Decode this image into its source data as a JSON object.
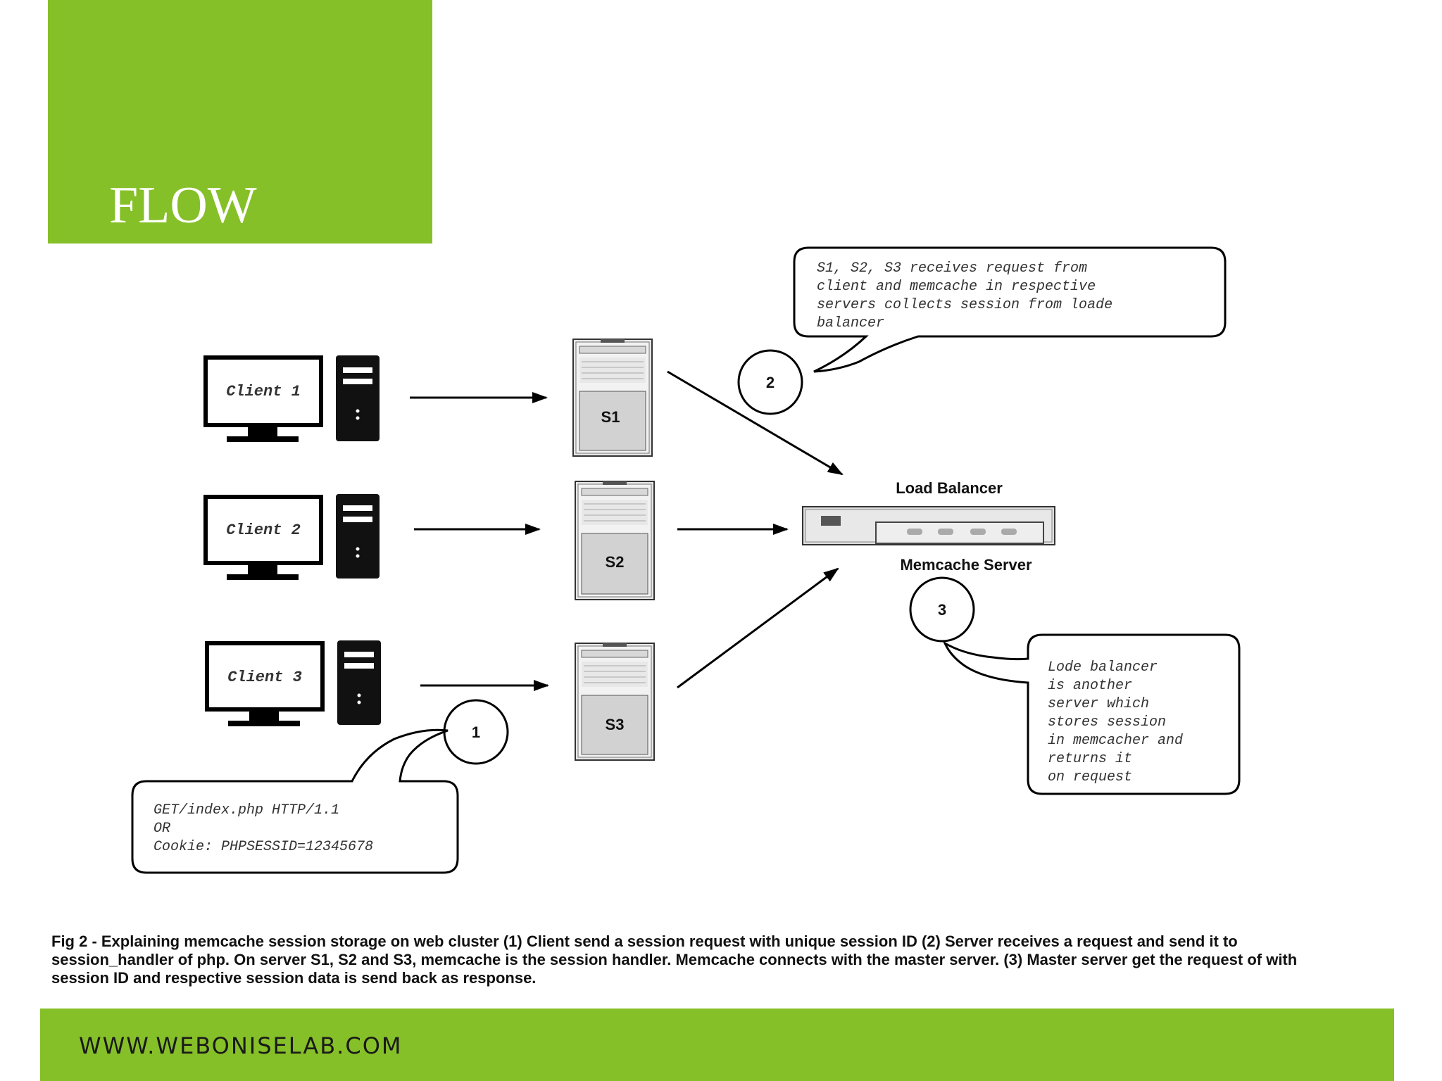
{
  "slide": {
    "title": "FLOW",
    "footer_url": "WWW.WEBONISELAB.COM"
  },
  "diagram": {
    "clients": [
      {
        "label": "Client 1"
      },
      {
        "label": "Client 2"
      },
      {
        "label": "Client 3"
      }
    ],
    "servers": [
      {
        "label": "S1"
      },
      {
        "label": "S2"
      },
      {
        "label": "S3"
      }
    ],
    "load_balancer_label": "Load Balancer",
    "memcache_label": "Memcache Server",
    "steps": [
      {
        "number": "1",
        "callout": [
          "GET/index.php HTTP/1.1",
          "OR",
          "Cookie: PHPSESSID=12345678"
        ]
      },
      {
        "number": "2",
        "callout": [
          "S1, S2, S3 receives request from",
          "client and memcache in respective",
          "servers collects session from loade",
          "balancer"
        ]
      },
      {
        "number": "3",
        "callout": [
          "Lode balancer",
          "is another",
          "server which",
          "stores session",
          "in memcacher and",
          "returns it",
          "on request"
        ]
      }
    ]
  },
  "caption": "Fig 2 - Explaining memcache session storage on web cluster (1) Client send a session request with unique session ID (2) Server receives a request and send it to session_handler of php. On server S1, S2 and S3, memcache is the session handler. Memcache connects with the master server. (3) Master server get the request of with session ID and respective session data is send back as response.",
  "colors": {
    "accent_green": "#86c029",
    "title_text": "#ffffff"
  }
}
